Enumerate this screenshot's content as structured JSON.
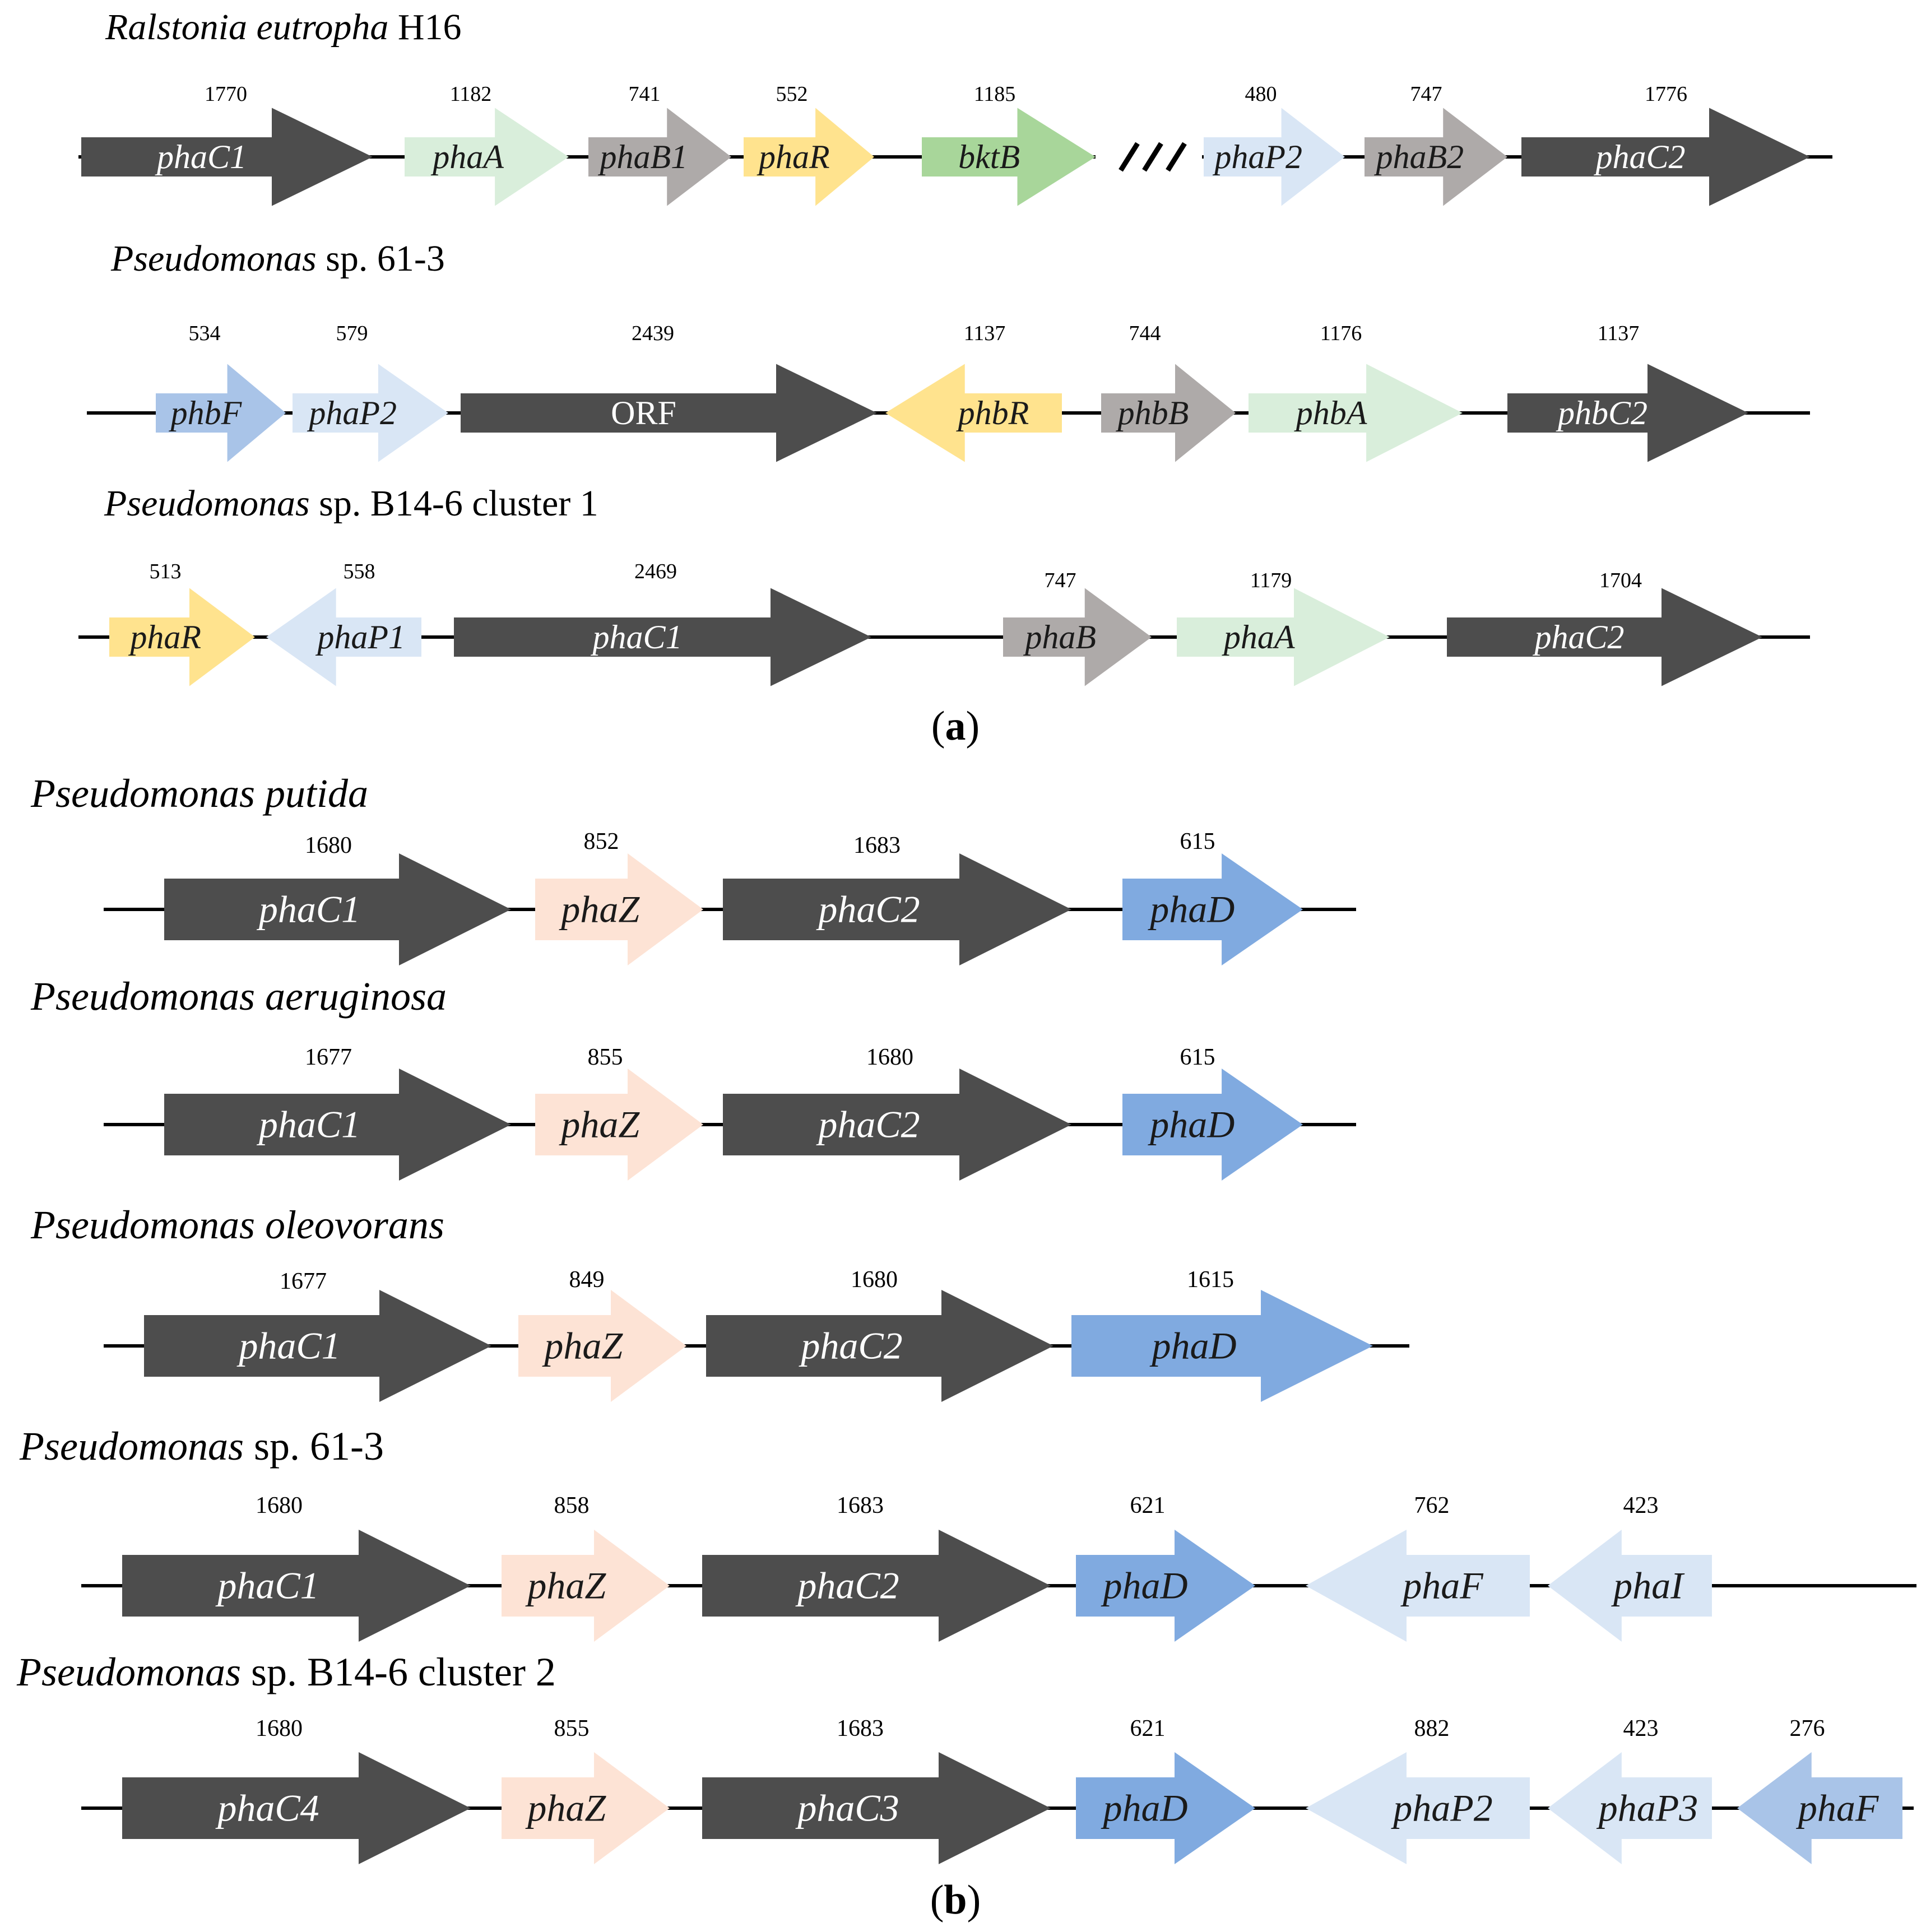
{
  "colors": {
    "dark_gray": "#4d4d4d",
    "light_green": "#d9eedb",
    "gray": "#aeaaa9",
    "yellow": "#ffe38e",
    "green": "#a8d69a",
    "pale_blue": "#d9e6f5",
    "medium_blue": "#a9c4e8",
    "blue": "#80aae0",
    "peach": "#fde3d5",
    "line": "#000000"
  },
  "panel_a": {
    "label": "a",
    "clusters": [
      {
        "organism_italic": "Ralstonia eutropha",
        "organism_suffix": " H16",
        "break_mark": "///",
        "genes": [
          {
            "name": "phaC1",
            "length": "1770",
            "direction": "right",
            "color": "dark_gray"
          },
          {
            "name": "phaA",
            "length": "1182",
            "direction": "right",
            "color": "light_green"
          },
          {
            "name": "phaB1",
            "length": "741",
            "direction": "right",
            "color": "gray"
          },
          {
            "name": "phaR",
            "length": "552",
            "direction": "right",
            "color": "yellow"
          },
          {
            "name": "bktB",
            "length": "1185",
            "direction": "right",
            "color": "green"
          },
          {
            "name": "phaP2",
            "length": "480",
            "direction": "right",
            "color": "pale_blue"
          },
          {
            "name": "phaB2",
            "length": "747",
            "direction": "right",
            "color": "gray"
          },
          {
            "name": "phaC2",
            "length": "1776",
            "direction": "right",
            "color": "dark_gray"
          }
        ]
      },
      {
        "organism_italic": "Pseudomonas",
        "organism_suffix": " sp. 61-3",
        "genes": [
          {
            "name": "phbF",
            "length": "534",
            "direction": "right",
            "color": "medium_blue"
          },
          {
            "name": "phaP2",
            "length": "579",
            "direction": "right",
            "color": "pale_blue"
          },
          {
            "name": "ORF",
            "length": "2439",
            "direction": "right",
            "color": "dark_gray",
            "italic": false
          },
          {
            "name": "phbR",
            "length": "1137",
            "direction": "left",
            "color": "yellow"
          },
          {
            "name": "phbB",
            "length": "744",
            "direction": "right",
            "color": "gray"
          },
          {
            "name": "phbA",
            "length": "1176",
            "direction": "right",
            "color": "light_green"
          },
          {
            "name": "phbC2",
            "length": "1137",
            "direction": "right",
            "color": "dark_gray"
          }
        ]
      },
      {
        "organism_italic": "Pseudomonas",
        "organism_suffix": " sp. B14-6 cluster 1",
        "genes": [
          {
            "name": "phaR",
            "length": "513",
            "direction": "right",
            "color": "yellow"
          },
          {
            "name": "phaP1",
            "length": "558",
            "direction": "left",
            "color": "pale_blue"
          },
          {
            "name": "phaC1",
            "length": "2469",
            "direction": "right",
            "color": "dark_gray"
          },
          {
            "name": "phaB",
            "length": "747",
            "direction": "right",
            "color": "gray"
          },
          {
            "name": "phaA",
            "length": "1179",
            "direction": "right",
            "color": "light_green"
          },
          {
            "name": "phaC2",
            "length": "1704",
            "direction": "right",
            "color": "dark_gray"
          }
        ]
      }
    ]
  },
  "panel_b": {
    "label": "b",
    "clusters": [
      {
        "organism_italic": "Pseudomonas putida",
        "organism_suffix": "",
        "genes": [
          {
            "name": "phaC1",
            "length": "1680",
            "direction": "right",
            "color": "dark_gray"
          },
          {
            "name": "phaZ",
            "length": "852",
            "direction": "right",
            "color": "peach"
          },
          {
            "name": "phaC2",
            "length": "1683",
            "direction": "right",
            "color": "dark_gray"
          },
          {
            "name": "phaD",
            "length": "615",
            "direction": "right",
            "color": "blue"
          }
        ]
      },
      {
        "organism_italic": "Pseudomonas aeruginosa",
        "organism_suffix": "",
        "genes": [
          {
            "name": "phaC1",
            "length": "1677",
            "direction": "right",
            "color": "dark_gray"
          },
          {
            "name": "phaZ",
            "length": "855",
            "direction": "right",
            "color": "peach"
          },
          {
            "name": "phaC2",
            "length": "1680",
            "direction": "right",
            "color": "dark_gray"
          },
          {
            "name": "phaD",
            "length": "615",
            "direction": "right",
            "color": "blue"
          }
        ]
      },
      {
        "organism_italic": "Pseudomonas oleovorans",
        "organism_suffix": "",
        "genes": [
          {
            "name": "phaC1",
            "length": "1677",
            "direction": "right",
            "color": "dark_gray"
          },
          {
            "name": "phaZ",
            "length": "849",
            "direction": "right",
            "color": "peach"
          },
          {
            "name": "phaC2",
            "length": "1680",
            "direction": "right",
            "color": "dark_gray"
          },
          {
            "name": "phaD",
            "length": "1615",
            "direction": "right",
            "color": "blue"
          }
        ]
      },
      {
        "organism_italic": "Pseudomonas",
        "organism_suffix": " sp. 61-3",
        "genes": [
          {
            "name": "phaC1",
            "length": "1680",
            "direction": "right",
            "color": "dark_gray"
          },
          {
            "name": "phaZ",
            "length": "858",
            "direction": "right",
            "color": "peach"
          },
          {
            "name": "phaC2",
            "length": "1683",
            "direction": "right",
            "color": "dark_gray"
          },
          {
            "name": "phaD",
            "length": "621",
            "direction": "right",
            "color": "blue"
          },
          {
            "name": "phaF",
            "length": "762",
            "direction": "left",
            "color": "pale_blue"
          },
          {
            "name": "phaI",
            "length": "423",
            "direction": "left",
            "color": "pale_blue"
          }
        ]
      },
      {
        "organism_italic": "Pseudomonas",
        "organism_suffix": " sp. B14-6 cluster 2",
        "genes": [
          {
            "name": "phaC4",
            "length": "1680",
            "direction": "right",
            "color": "dark_gray"
          },
          {
            "name": "phaZ",
            "length": "855",
            "direction": "right",
            "color": "peach"
          },
          {
            "name": "phaC3",
            "length": "1683",
            "direction": "right",
            "color": "dark_gray"
          },
          {
            "name": "phaD",
            "length": "621",
            "direction": "right",
            "color": "blue"
          },
          {
            "name": "phaP2",
            "length": "882",
            "direction": "left",
            "color": "pale_blue"
          },
          {
            "name": "phaP3",
            "length": "423",
            "direction": "left",
            "color": "pale_blue"
          },
          {
            "name": "phaF",
            "length": "276",
            "direction": "left",
            "color": "medium_blue"
          }
        ]
      }
    ]
  }
}
